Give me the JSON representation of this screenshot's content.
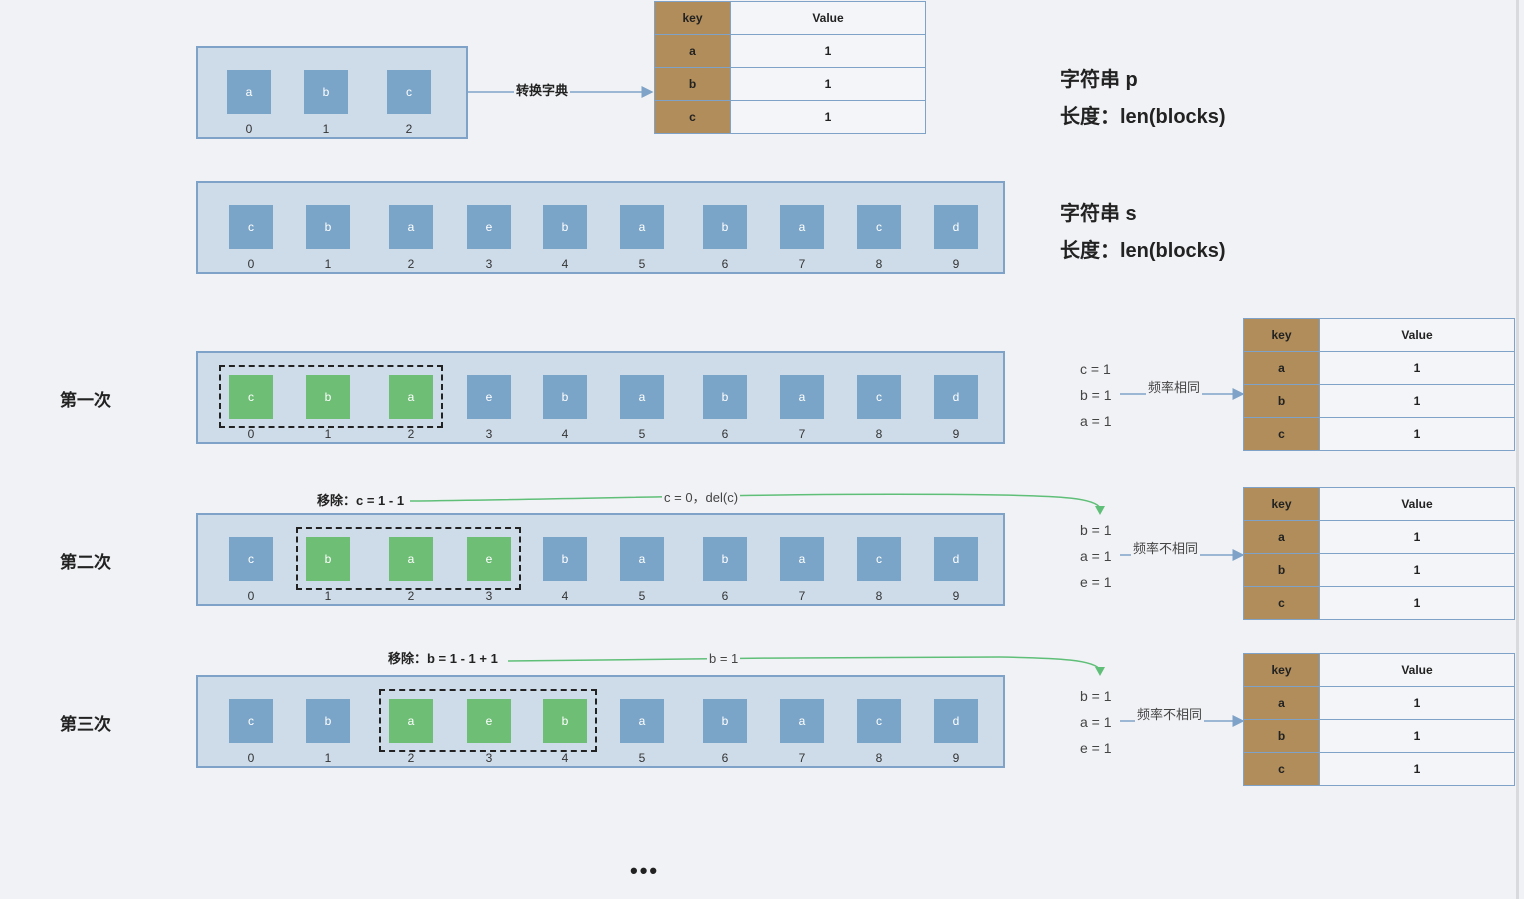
{
  "string_p": {
    "cells": [
      "a",
      "b",
      "c"
    ],
    "indices": [
      "0",
      "1",
      "2"
    ]
  },
  "convert_label": "转换字典",
  "string_s": {
    "cells": [
      "c",
      "b",
      "a",
      "e",
      "b",
      "a",
      "b",
      "a",
      "c",
      "d"
    ],
    "indices": [
      "0",
      "1",
      "2",
      "3",
      "4",
      "5",
      "6",
      "7",
      "8",
      "9"
    ]
  },
  "titles": {
    "p_line1": "字符串 p",
    "p_line2": "长度：len(blocks)",
    "s_line1": "字符串 s",
    "s_line2": "长度：len(blocks)"
  },
  "table_headers": {
    "key": "key",
    "value": "Value"
  },
  "dict_p": [
    {
      "k": "a",
      "v": "1"
    },
    {
      "k": "b",
      "v": "1"
    },
    {
      "k": "c",
      "v": "1"
    }
  ],
  "iterations": [
    {
      "label": "第一次",
      "window_start": 0,
      "freqs": [
        "c = 1",
        "b = 1",
        "a = 1"
      ],
      "compare": "频率相同",
      "table": [
        {
          "k": "a",
          "v": "1"
        },
        {
          "k": "b",
          "v": "1"
        },
        {
          "k": "c",
          "v": "1"
        }
      ]
    },
    {
      "label": "第二次",
      "window_start": 1,
      "remove_label": "移除：c = 1 - 1",
      "remove_result": "c = 0，del(c)",
      "freqs": [
        "b = 1",
        "a = 1",
        "e = 1"
      ],
      "compare": "频率不相同",
      "table": [
        {
          "k": "a",
          "v": "1"
        },
        {
          "k": "b",
          "v": "1"
        },
        {
          "k": "c",
          "v": "1"
        }
      ]
    },
    {
      "label": "第三次",
      "window_start": 2,
      "remove_label": "移除：b = 1 - 1 + 1",
      "remove_result": "b = 1",
      "freqs": [
        "b = 1",
        "a = 1",
        "e = 1"
      ],
      "compare": "频率不相同",
      "table": [
        {
          "k": "a",
          "v": "1"
        },
        {
          "k": "b",
          "v": "1"
        },
        {
          "k": "c",
          "v": "1"
        }
      ]
    }
  ],
  "ellipsis": "•••",
  "colors": {
    "cell": "#7aa5c8",
    "cell_active": "#6ebf75",
    "row_bg": "#cedcea",
    "key_col": "#b08d5a",
    "arrow_green": "#5fbf78",
    "arrow_blue": "#7fa3c8"
  }
}
